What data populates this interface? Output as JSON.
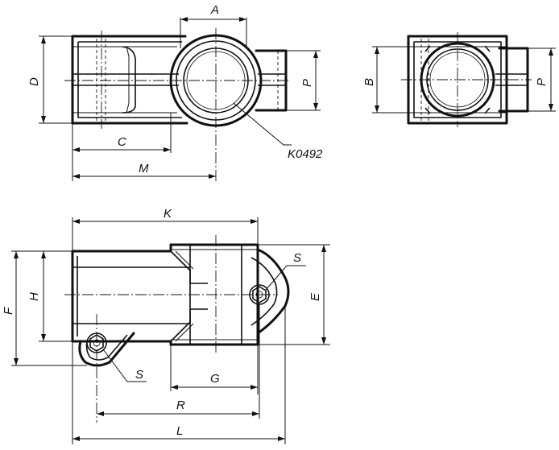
{
  "drawing": {
    "dimensions": {
      "A": "A",
      "D": "D",
      "P_top": "P",
      "C": "C",
      "M": "M",
      "B": "B",
      "P_side": "P",
      "K": "K",
      "F": "F",
      "H": "H",
      "E": "E",
      "S_top": "S",
      "S_bottom": "S",
      "G": "G",
      "R": "R",
      "L": "L"
    },
    "part_ref": "K0492"
  }
}
